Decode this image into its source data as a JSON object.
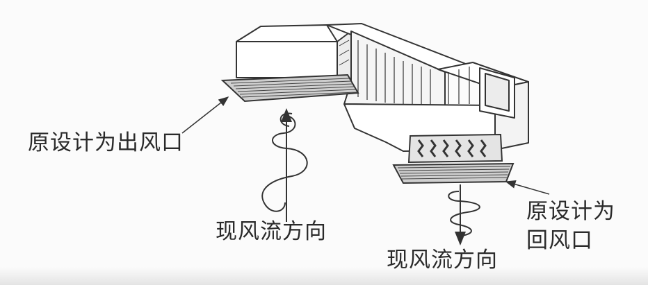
{
  "labels": {
    "original_supply_outlet": "原设计为出风口",
    "current_airflow_left": "现风流方向",
    "original_return_line1": "原设计为",
    "original_return_line2": "回风口",
    "current_airflow_right": "现风流方向"
  },
  "colors": {
    "line": "#333333",
    "background": "#fbfbfb"
  }
}
